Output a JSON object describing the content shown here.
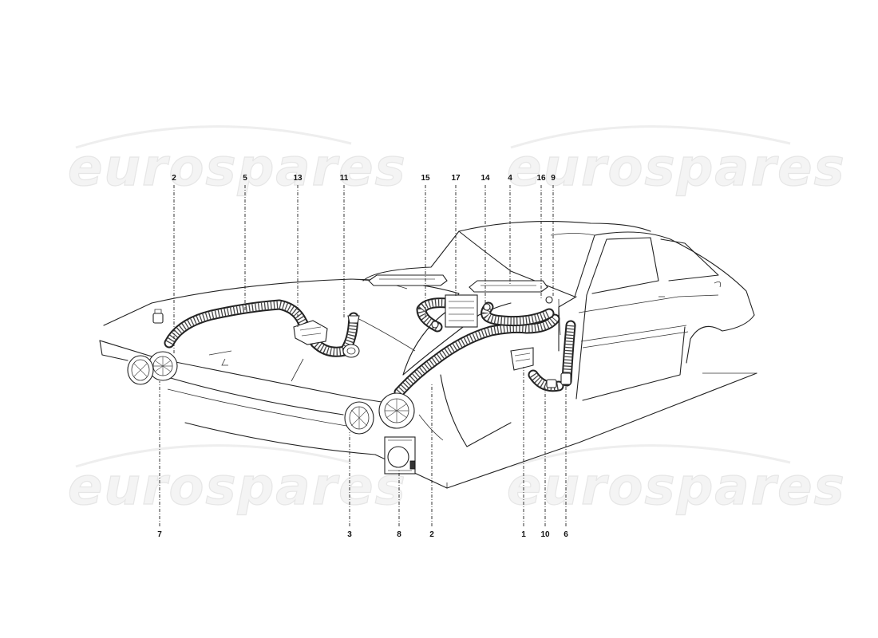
{
  "watermarks": [
    "eurospares",
    "eurospares",
    "eurospares",
    "eurospares"
  ],
  "callouts_top": [
    "2",
    "5",
    "13",
    "11",
    "15",
    "17",
    "14",
    "4",
    "16",
    "9"
  ],
  "callouts_bottom": [
    "7",
    "3",
    "8",
    "2",
    "1",
    "10",
    "6"
  ]
}
